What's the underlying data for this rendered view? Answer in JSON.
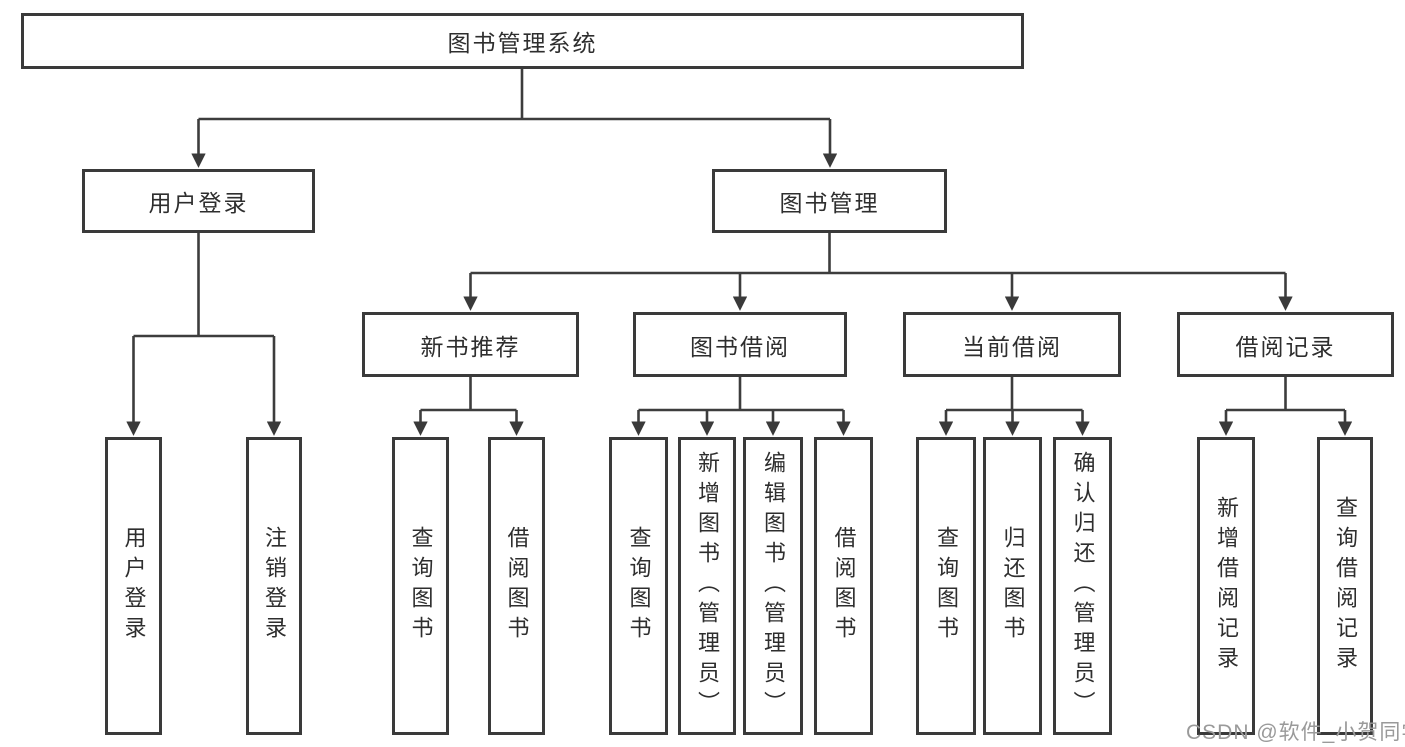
{
  "diagram": {
    "root": "图书管理系统",
    "level2": {
      "user_login": "用户登录",
      "book_management": "图书管理"
    },
    "level3": {
      "new_book_recommend": "新书推荐",
      "book_borrowing": "图书借阅",
      "current_borrowing": "当前借阅",
      "borrowing_records": "借阅记录"
    },
    "leaves": {
      "user_login": "用户登录",
      "logout": "注销登录",
      "recommend_query_books": "查询图书",
      "recommend_borrow_books": "借阅图书",
      "borrowing_query_books": "查询图书",
      "borrowing_add_books": "新增图书（管理员）",
      "borrowing_edit_books": "编辑图书（管理员）",
      "borrowing_borrow_books": "借阅图书",
      "current_query_books": "查询图书",
      "current_return_books": "归还图书",
      "current_confirm_return": "确认归还（管理员）",
      "records_add_record": "新增借阅记录",
      "records_query_record": "查询借阅记录"
    },
    "watermark": "CSDN @软件_小贺同学"
  }
}
